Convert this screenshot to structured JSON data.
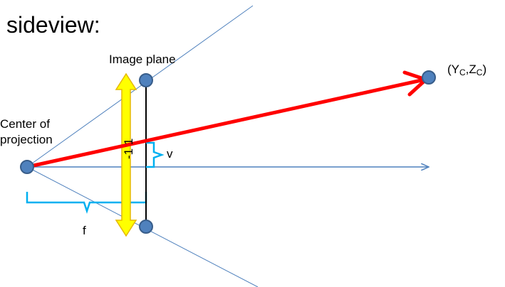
{
  "title": "sideview:",
  "image_plane_label": "Image plane",
  "center_of_projection_label": [
    "Center of",
    "projection"
  ],
  "point_label": {
    "prefix": "(Y",
    "sub1": "C",
    "mid": ",Z",
    "sub2": "C",
    "suffix": ")"
  },
  "v_label": "v",
  "f_label": "f",
  "rotated_label": "-1 1",
  "colors": {
    "ray": "#ff0000",
    "axis": "#4f81bd",
    "frustum": "#4f81bd",
    "brace": "#00b0f0",
    "lens": "#ffff00",
    "lens_outline": "#e6b800",
    "point_fill": "#4f81bd",
    "point_stroke": "#385d8a",
    "plane": "#000000"
  }
}
